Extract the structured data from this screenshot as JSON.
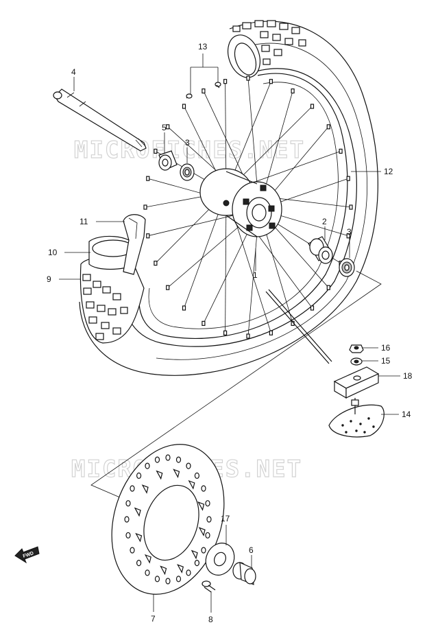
{
  "watermark": "MICROFICHES.NET",
  "direction_label": "FWD",
  "callouts": [
    {
      "id": "c1",
      "label": "1"
    },
    {
      "id": "c2",
      "label": "2"
    },
    {
      "id": "c3a",
      "label": "3"
    },
    {
      "id": "c3b",
      "label": "3"
    },
    {
      "id": "c4",
      "label": "4"
    },
    {
      "id": "c5",
      "label": "5"
    },
    {
      "id": "c6",
      "label": "6"
    },
    {
      "id": "c7",
      "label": "7"
    },
    {
      "id": "c8",
      "label": "8"
    },
    {
      "id": "c9",
      "label": "9"
    },
    {
      "id": "c10",
      "label": "10"
    },
    {
      "id": "c11",
      "label": "11"
    },
    {
      "id": "c12",
      "label": "12"
    },
    {
      "id": "c13",
      "label": "13"
    },
    {
      "id": "c14",
      "label": "14"
    },
    {
      "id": "c15",
      "label": "15"
    },
    {
      "id": "c16",
      "label": "16"
    },
    {
      "id": "c17",
      "label": "17"
    },
    {
      "id": "c18",
      "label": "18"
    }
  ]
}
